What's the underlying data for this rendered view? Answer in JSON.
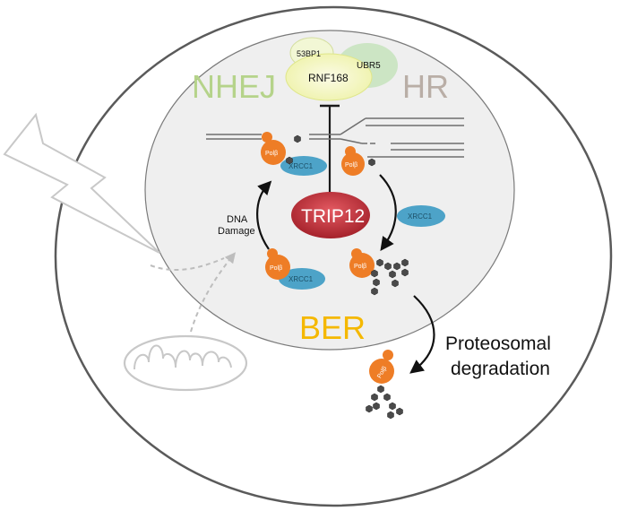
{
  "labels": {
    "nhej": "NHEJ",
    "hr": "HR",
    "ber": "BER",
    "trip12": "TRIP12",
    "rnf168": "RNF168",
    "bp53": "53BP1",
    "ubr5": "UBR5",
    "dna_damage_line1": "DNA",
    "dna_damage_line2": "Damage",
    "proteosomal_line1": "Proteosomal",
    "proteosomal_line2": "degradation",
    "polb": "Polβ",
    "xrcc1": "XRCC1"
  },
  "colors": {
    "nhej": "#b5d38a",
    "hr": "#b9aea6",
    "ber": "#f5b800",
    "polb": "#ee7d26",
    "xrcc1": "#4da3c8",
    "trip12": "#b3252e",
    "ubiquitin": "#4a4a4a",
    "outer_cell": "#555555",
    "nucleus_fill": "#efefef"
  },
  "icons": [
    "lightning-bolt-icon",
    "mitochondrion-icon",
    "ubiquitin-chain-icon"
  ]
}
